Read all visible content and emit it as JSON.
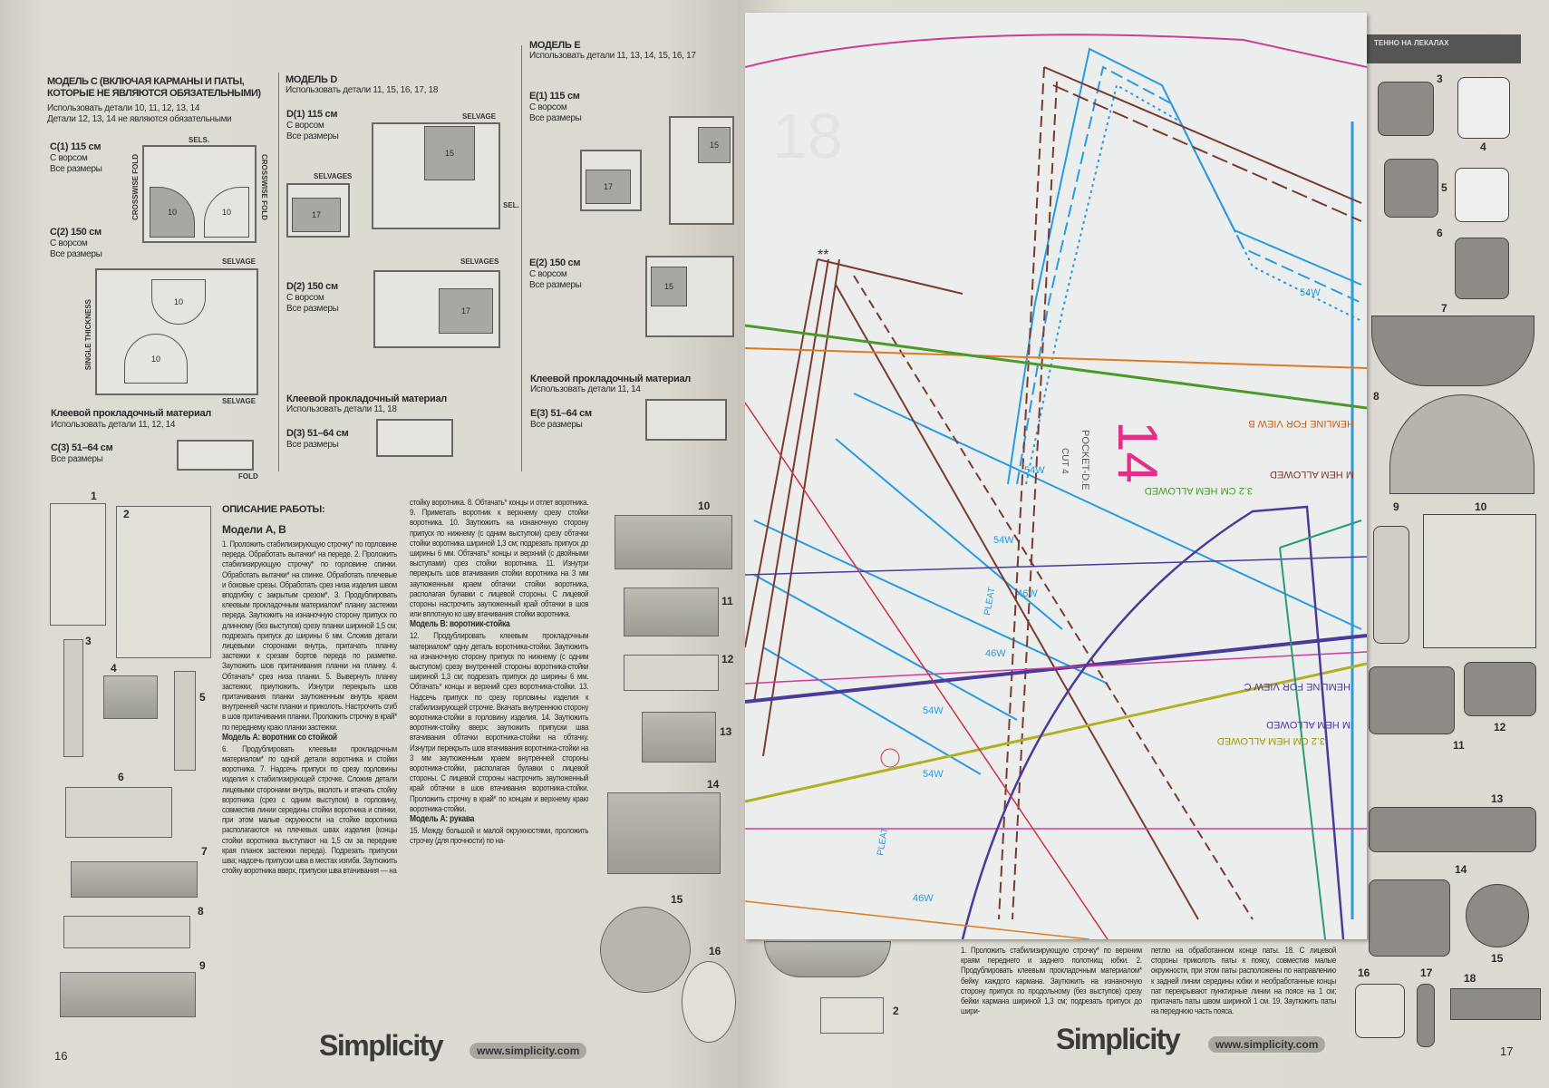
{
  "left_page": {
    "page_number": "16",
    "model_c": {
      "title": "МОДЕЛЬ С (ВКЛЮЧАЯ КАРМАНЫ И ПАТЫ, КОТОРЫЕ НЕ ЯВЛЯЮТСЯ ОБЯЗАТЕЛЬНЫМИ)",
      "use": "Использовать детали 10, 11, 12, 13, 14",
      "note": "Детали 12, 13, 14 не являются обязательными",
      "c1": "C(1) 115 см",
      "c2": "C(2) 150 см",
      "c3": "C(3) 51–64 см",
      "nap": "С ворсом",
      "sizes": "Все размеры",
      "interfacing": "Клеевой прокладочный материал",
      "interfacing_use": "Использовать детали 11, 12, 14"
    },
    "model_d": {
      "title": "МОДЕЛЬ D",
      "use": "Использовать детали 11, 15, 16, 17, 18",
      "d1": "D(1) 115 см",
      "d2": "D(2) 150 см",
      "d3": "D(3) 51–64 см",
      "nap": "С ворсом",
      "sizes": "Все размеры",
      "interfacing": "Клеевой прокладочный материал",
      "interfacing_use": "Использовать детали 11, 18"
    },
    "model_e": {
      "title": "МОДЕЛЬ E",
      "use": "Использовать детали 11, 13, 14, 15, 16, 17",
      "e1": "E(1) 115 см",
      "e2": "E(2) 150 см",
      "e3": "E(3) 51–64 см",
      "nap": "С ворсом",
      "sizes": "Все размеры",
      "interfacing": "Клеевой прокладочный материал",
      "interfacing_use": "Использовать детали 11, 14"
    },
    "diagram_labels": {
      "selvage": "SELVAGE",
      "selvages": "SELVAGES",
      "sel": "SEL.",
      "sels": "SELS.",
      "fold": "FOLD",
      "crosswise_fold": "CROSSWISE FOLD",
      "single_thickness": "SINGLE THICKNESS"
    },
    "instructions": {
      "heading": "ОПИСАНИЕ РАБОТЫ:",
      "subheading": "Модели А, В",
      "col1": "1. Проложить стабилизирующую строчку* по горловине переда. Обработать вытачки* на переде. 2. Проложить стабилизирующую строчку* по горловине спинки. Обработать вытачки* на спинке. Обработать плечевые и боковые срезы. Обработать срез низа изделия швом вподгибку с закрытым срезом*. 3. Продублировать клеевым прокладочным материалом* планку застежки переда. Заутюжить на изнаночную сторону припуск по длинному (без выступов) срезу планки шириной 1,5 см; подрезать припуск до ширины 6 мм. Сложив детали лицевыми сторонами внутрь, притачать планку застежки к срезам бортов переда по разметке. Заутюжить шов притачивания планки на планку. 4. Обтачать* срез низа планки. 5. Вывернуть планку застежки; приутюжить. Изнутри перекрыть шов притачивания планки заутюженным внутрь краем внутренней части планки и приколоть. Настрочить сгиб в шов притачивания планки. Проложить строчку в край* по переднему краю планки застежки.",
      "col1_sub": "Модель А: воротник со стойкой",
      "col1b": "6. Продублировать клеевым прокладочным материалом* по одной детали воротника и стойки воротника. 7. Надсечь припуск по срезу горловины изделия к стабилизирующей строчке. Сложив детали лицевыми сторонами внутрь, вколоть и втачать стойку воротника (срез с одним выступом) в горловину, совместив линии середины стойки воротника и спинки, при этом малые окружности на стойке воротника располагаются на плечевых швах изделия (концы стойки воротника выступают на 1,5 см за передние края планок застежки переда). Подрезать припуски шва; надсечь припуски шва в местах изгиба. Заутюжить стойку воротника вверх, припуски шва втачивания — на",
      "col2": "стойку воротника. 8. Обтачать* концы и отлет воротника. 9. Приметать воротник к верхнему срезу стойки воротника. 10. Заутюжить на изнаночную сторону припуск по нижнему (с одним выступом) срезу обтачки стойки воротника шириной 1,3 см; подрезать припуск до ширины 6 мм. Обтачать* концы и верхний (с двойными выступами) срез стойки воротника. 11. Изнутри перекрыть шов втачивания стойки воротника на 3 мм заутюженным краем обтачки стойки воротника, располагая булавки с лицевой стороны. С лицевой стороны настрочить заутюженный край обтачки в шов или вплотную ко шву втачивания стойки воротника.",
      "col2_sub": "Модель В: воротник-стойка",
      "col2b": "12. Продублировать клеевым прокладочным материалом* одну деталь воротника-стойки. Заутюжить на изнаночную сторону припуск по нижнему (с одним выступом) срезу внутренней стороны воротника-стойки шириной 1,3 см; подрезать припуск до ширины 6 мм. Обтачать* концы и верхний срез воротника-стойки. 13. Надсечь припуск по срезу горловины изделия к стабилизирующей строчке. Вкачать внутреннюю сторону воротника-стойки в горловину изделия. 14. Заутюжить воротник-стойку вверх; заутюжить припуски шва втачивания обтачки воротника-стойки на обтачку. Изнутри перекрыть шов втачивания воротника-стойки на 3 мм заутюженным краем внутренней стороны воротника-стойки, располагая булавки с лицевой стороны. С лицевой стороны настрочить заутюженный край обтачки в шов втачивания воротника-стойки. Проложить строчку в край* по концам и верхнему краю воротника-стойки.",
      "col2_sub2": "Модель А: рукава",
      "col2c": "15. Между большой и малой окружностями, проложить строчку (для прочности) по на-"
    },
    "step_numbers": [
      "1",
      "2",
      "3",
      "4",
      "5",
      "6",
      "7",
      "8",
      "9",
      "10",
      "11",
      "12",
      "13",
      "14",
      "15",
      "16"
    ],
    "brand": "Simplicity",
    "url": "www.simplicity.com"
  },
  "right_page": {
    "page_number": "17",
    "pattern": {
      "piece_number": "14",
      "piece_name": "POCKET-D.E",
      "cut": "CUT 4",
      "size_54": "54W",
      "size_46": "46W",
      "hem1": "3.2 CM HEM ALLOWED",
      "hem2": "M HEM ALLOWED",
      "hemline_b": "HEMLINE FOR VIEW B",
      "hemline_c": "HEMLINE FOR VIEW C",
      "pleat": "PLEAT",
      "faded_number": "18",
      "stars": "**"
    },
    "strip_header": "ТЕННО НА ЛЕКАЛАХ",
    "step_numbers": [
      "3",
      "4",
      "5",
      "6",
      "7",
      "8",
      "9",
      "10",
      "11",
      "12",
      "13",
      "14",
      "15",
      "16",
      "17",
      "18"
    ],
    "instructions": {
      "col1": "1. Проложить стабилизирующую строчку* по верхним краям переднего и заднего полотнищ юбки. 2. Продублировать клеевым прокладочным материалом* бейку каждого кармана. Заутюжить на изнаночную сторону припуск по продольному (без выступов) срезу бейки кармана шириной 1,3 см; подрезать припуск до шири-",
      "col2": "петлю на обработанном конце паты. 18. С лицевой стороны приколоть паты к поясу, совместив малые окружности, при этом паты расположены по направлению к задней линии середины юбки и необработанные концы пат перекрывают пунктирные линии на поясе на 1 см; притачать паты швом шириной 1 см. 19. Заутюжить паты на переднюю часть пояса."
    },
    "brand": "Simplicity",
    "url": "www.simplicity.com"
  },
  "colors": {
    "magenta": "#d03a9a",
    "blue": "#2a9be0",
    "brown": "#7a3b2e",
    "green": "#4a9a2a",
    "orange": "#e07a20",
    "purple": "#4a3a9a",
    "olive": "#b0b020",
    "red": "#d03040",
    "teal": "#2a9a7a"
  }
}
